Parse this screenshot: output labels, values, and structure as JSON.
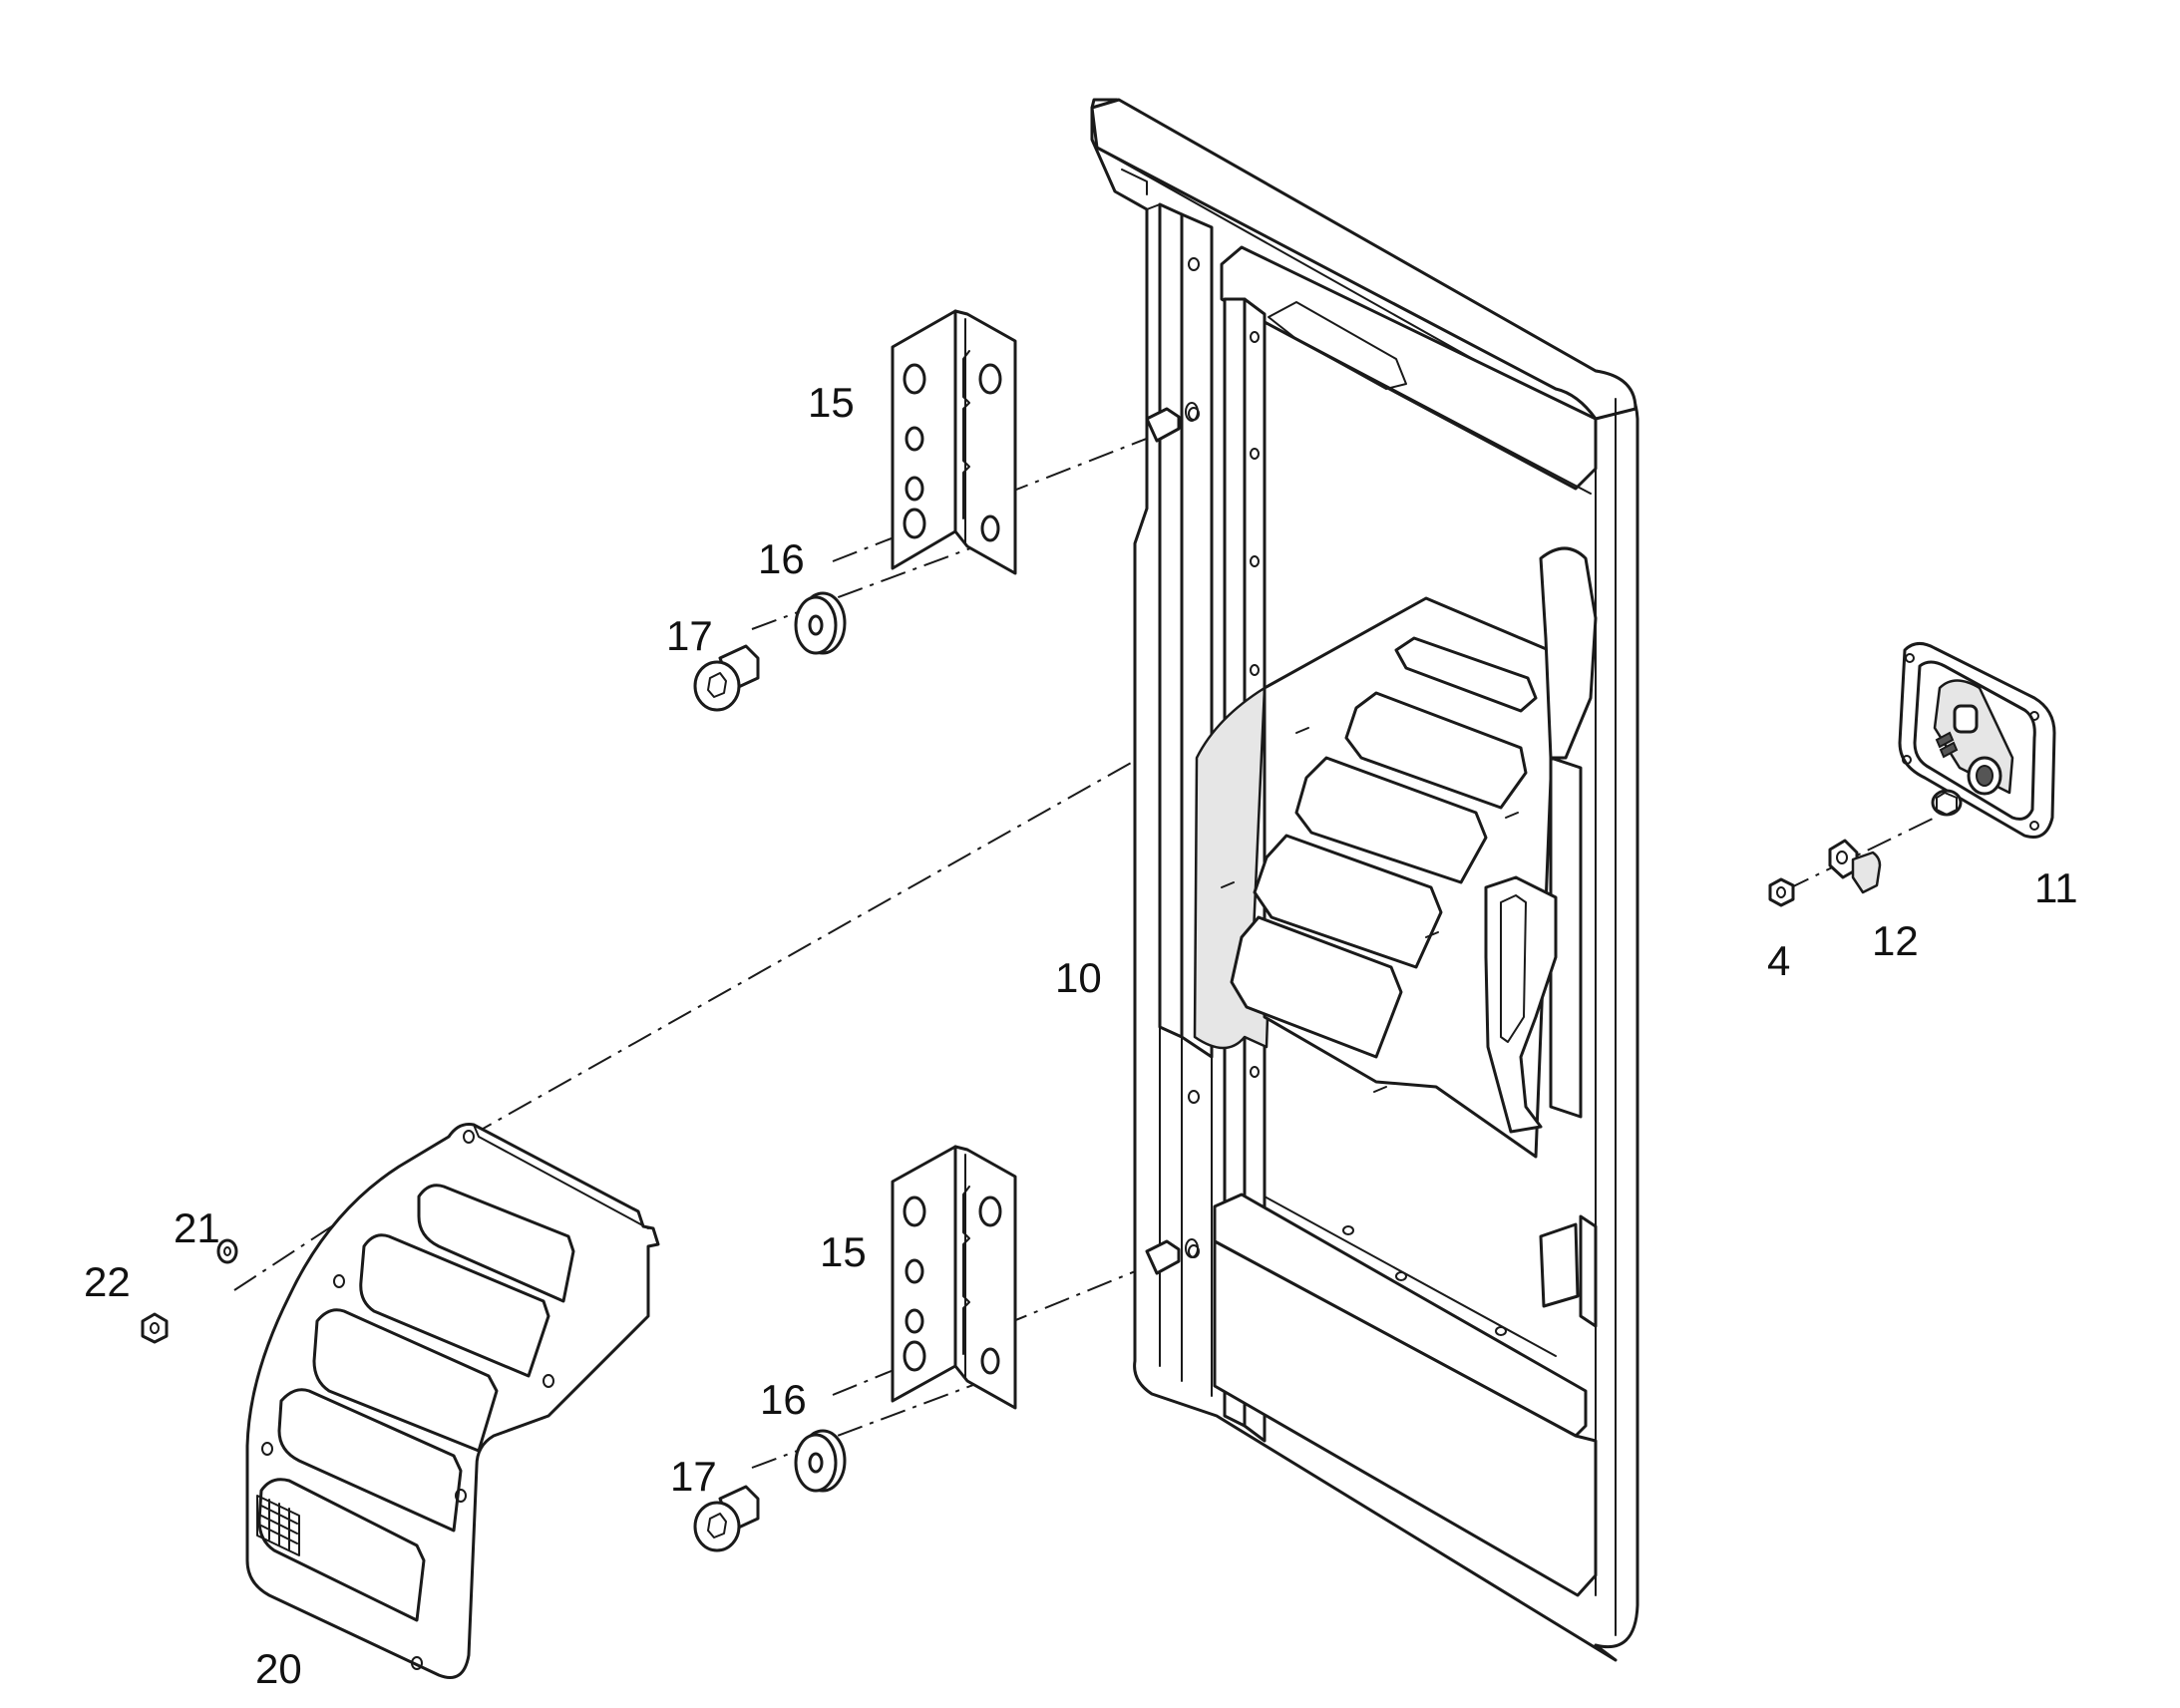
{
  "callouts": {
    "frame": "10",
    "lock": "11",
    "key": "12",
    "nut_small": "4",
    "hinge_upper": "15",
    "hinge_lower": "15",
    "washer_upper": "16",
    "washer_lower": "16",
    "bolt_upper": "17",
    "bolt_lower": "17",
    "cover_panel": "20",
    "washer_small": "21",
    "nut_cover": "22"
  }
}
